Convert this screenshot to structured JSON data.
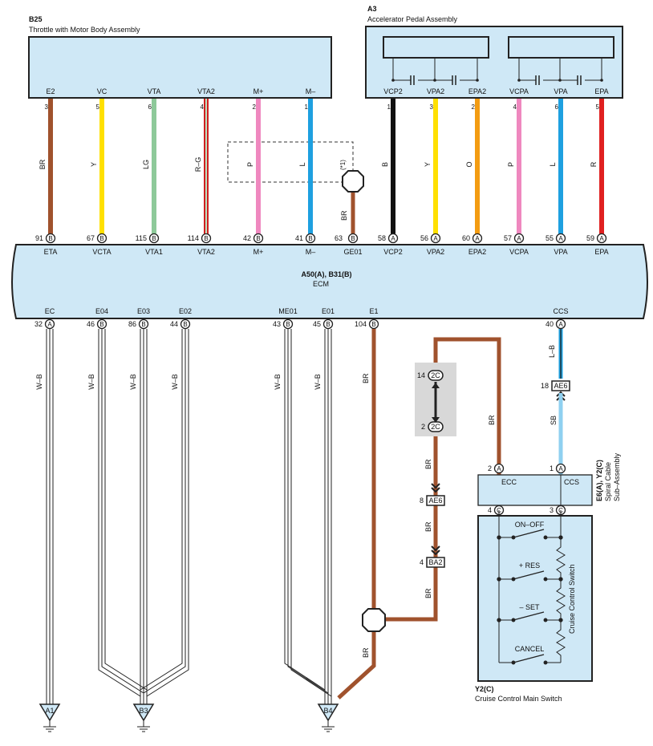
{
  "components": {
    "b25": {
      "code": "B25",
      "name": "Throttle with Motor Body Assembly"
    },
    "a3": {
      "code": "A3",
      "name": "Accelerator Pedal Assembly"
    },
    "ecm": {
      "code": "A50(A), B31(B)",
      "name": "ECM"
    },
    "spiral": {
      "code": "E6(A), Y2(C)",
      "name": "Spiral Cable",
      "name2": "Sub–Assembly",
      "pins": [
        "ECC",
        "CCS"
      ]
    },
    "y2": {
      "code": "Y2(C)",
      "name": "Cruise Control Main Switch",
      "vertical_label": "Cruise Control Switch"
    }
  },
  "upper_wires": [
    {
      "pin": "E2",
      "top_no": "3",
      "color_code": "BR",
      "hex": "#a0522d",
      "ecm_no": "91",
      "conn": "B",
      "ecm_pin": "ETA"
    },
    {
      "pin": "VC",
      "top_no": "5",
      "color_code": "Y",
      "hex": "#ffe000",
      "ecm_no": "67",
      "conn": "B",
      "ecm_pin": "VCTA"
    },
    {
      "pin": "VTA",
      "top_no": "6",
      "color_code": "LG",
      "hex": "#8ec99a",
      "ecm_no": "115",
      "conn": "B",
      "ecm_pin": "VTA1"
    },
    {
      "pin": "VTA2",
      "top_no": "4",
      "color_code": "R–G",
      "hex": "#d02020",
      "ecm_no": "114",
      "conn": "B",
      "ecm_pin": "VTA2"
    },
    {
      "pin": "M+",
      "top_no": "2",
      "color_code": "P",
      "hex": "#ef88bf",
      "ecm_no": "42",
      "conn": "B",
      "ecm_pin": "M+"
    },
    {
      "pin": "M–",
      "top_no": "1",
      "color_code": "L",
      "hex": "#1ea0e0",
      "ecm_no": "41",
      "conn": "B",
      "ecm_pin": "M–"
    },
    {
      "pin": "VCP2",
      "top_no": "1",
      "color_code": "B",
      "hex": "#111111",
      "ecm_no": "58",
      "conn": "A",
      "ecm_pin": "VCP2"
    },
    {
      "pin": "VPA2",
      "top_no": "3",
      "color_code": "Y",
      "hex": "#ffe000",
      "ecm_no": "56",
      "conn": "A",
      "ecm_pin": "VPA2"
    },
    {
      "pin": "EPA2",
      "top_no": "2",
      "color_code": "O",
      "hex": "#f39c12",
      "ecm_no": "60",
      "conn": "A",
      "ecm_pin": "EPA2"
    },
    {
      "pin": "VCPA",
      "top_no": "4",
      "color_code": "P",
      "hex": "#ef88bf",
      "ecm_no": "57",
      "conn": "A",
      "ecm_pin": "VCPA"
    },
    {
      "pin": "VPA",
      "top_no": "6",
      "color_code": "L",
      "hex": "#1ea0e0",
      "ecm_no": "55",
      "conn": "A",
      "ecm_pin": "VPA"
    },
    {
      "pin": "EPA",
      "top_no": "5",
      "color_code": "R",
      "hex": "#e02020",
      "ecm_no": "59",
      "conn": "A",
      "ecm_pin": "EPA"
    }
  ],
  "ge01": {
    "ecm_no": "63",
    "conn": "B",
    "ecm_pin": "GE01",
    "color_code": "BR",
    "shield_note": "(*1)"
  },
  "lower_pins": [
    {
      "no": "32",
      "conn": "A",
      "pin": "EC",
      "color_code": "W–B"
    },
    {
      "no": "46",
      "conn": "B",
      "pin": "E04",
      "color_code": "W–B"
    },
    {
      "no": "86",
      "conn": "B",
      "pin": "E03",
      "color_code": "W–B"
    },
    {
      "no": "44",
      "conn": "B",
      "pin": "E02",
      "color_code": "W–B"
    },
    {
      "no": "43",
      "conn": "B",
      "pin": "ME01",
      "color_code": "W–B"
    },
    {
      "no": "45",
      "conn": "B",
      "pin": "E01",
      "color_code": "W–B"
    },
    {
      "no": "104",
      "conn": "B",
      "pin": "E1",
      "color_code": "BR"
    },
    {
      "no": "40",
      "conn": "A",
      "pin": "CCS",
      "color_code": "L–B"
    }
  ],
  "grounds": [
    "A1",
    "B3",
    "B4"
  ],
  "junctions": {
    "j2c_top": {
      "no": "14",
      "label": "2C"
    },
    "j2c_bot": {
      "no": "2",
      "label": "2C"
    },
    "ae6_left": {
      "no": "8",
      "label": "AE6"
    },
    "ba2": {
      "no": "4",
      "label": "BA2"
    },
    "ae6_right": {
      "no": "18",
      "label": "AE6"
    }
  },
  "br_labels": [
    "BR",
    "BR",
    "BR",
    "BR",
    "BR"
  ],
  "sb_label": "SB",
  "spiral_pins": [
    {
      "no": "2",
      "conn": "A"
    },
    {
      "no": "1",
      "conn": "A"
    },
    {
      "no": "4",
      "conn": "C"
    },
    {
      "no": "3",
      "conn": "C"
    }
  ],
  "switches": [
    "ON–OFF",
    "+ RES",
    "– SET",
    "CANCEL"
  ],
  "colors": {
    "box_fill": "#cfe8f6",
    "brown": "#a0522d",
    "sky": "#8fd0f0"
  }
}
